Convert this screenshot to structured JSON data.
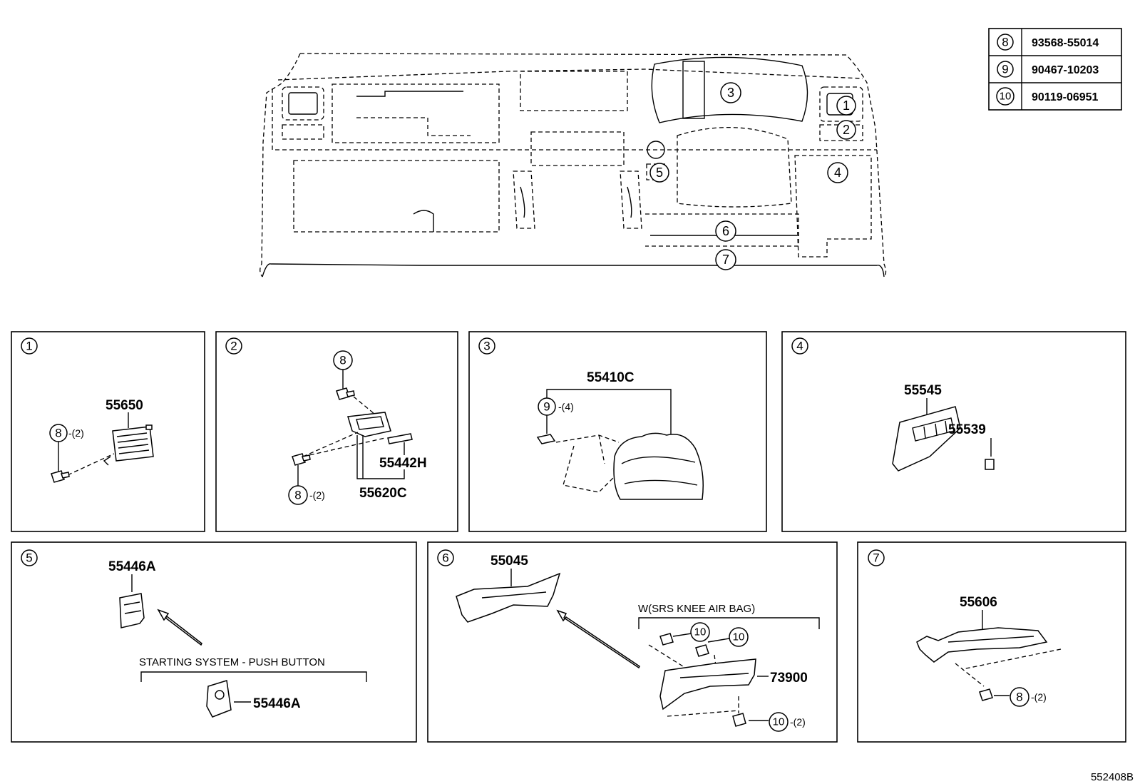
{
  "reference_table": [
    {
      "key": "8",
      "part_no": "93568-55014"
    },
    {
      "key": "9",
      "part_no": "90467-10203"
    },
    {
      "key": "10",
      "part_no": "90119-06951"
    }
  ],
  "overview_labels": [
    "1",
    "2",
    "3",
    "4",
    "5",
    "6",
    "7"
  ],
  "panels": {
    "p1": {
      "num": "1",
      "parts": [
        "55650"
      ],
      "fastener": "8",
      "qty": "-(2)"
    },
    "p2": {
      "num": "2",
      "parts": [
        "55442H",
        "55620C"
      ],
      "fastener_top": "8",
      "fastener": "8",
      "qty": "-(2)"
    },
    "p3": {
      "num": "3",
      "parts": [
        "55410C"
      ],
      "fastener": "9",
      "qty": "-(4)"
    },
    "p4": {
      "num": "4",
      "parts": [
        "55545",
        "55539"
      ]
    },
    "p5": {
      "num": "5",
      "parts": [
        "55446A",
        "55446A"
      ],
      "note": "STARTING SYSTEM - PUSH BUTTON"
    },
    "p6": {
      "num": "6",
      "parts": [
        "55045",
        "73900"
      ],
      "note": "W(SRS KNEE AIR BAG)",
      "fastener_a": "10",
      "fastener_b": "10",
      "fastener_c": "10",
      "qty": "-(2)"
    },
    "p7": {
      "num": "7",
      "parts": [
        "55606"
      ],
      "fastener": "8",
      "qty": "-(2)"
    }
  },
  "diagram_code": "552408B"
}
